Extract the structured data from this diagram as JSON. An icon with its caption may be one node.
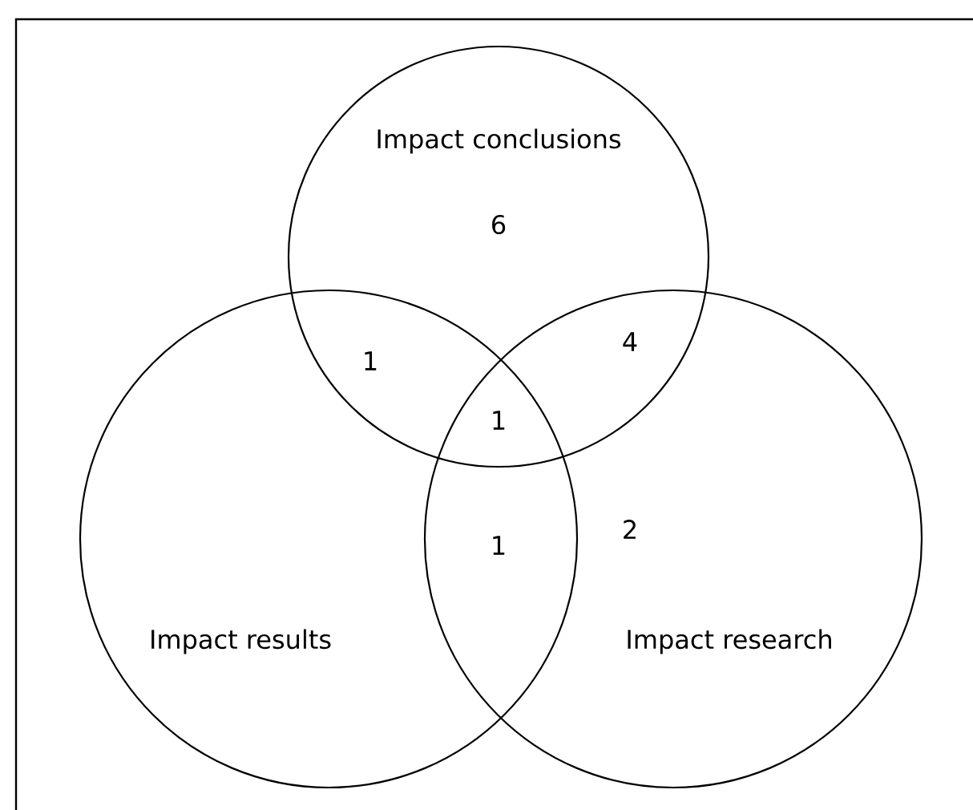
{
  "diagram": {
    "nodes": [
      {
        "text": [
          "Impact conclusions"
        ]
      },
      {
        "text": [
          "Impact results"
        ]
      },
      {
        "text": [
          "Impact research"
        ]
      }
    ],
    "labels": [
      "6",
      "1",
      "4",
      "1",
      "1",
      "2"
    ]
  }
}
